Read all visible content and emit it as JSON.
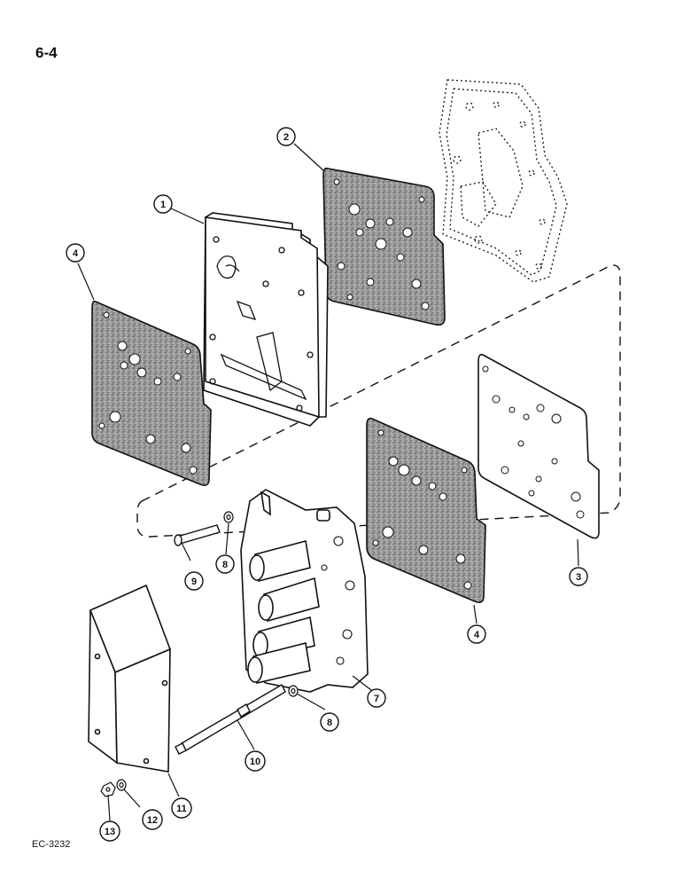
{
  "page_number": "6-4",
  "figure_code": "EC-3232",
  "callouts": [
    {
      "id": "c1",
      "label": "1"
    },
    {
      "id": "c2",
      "label": "2"
    },
    {
      "id": "c3",
      "label": "3"
    },
    {
      "id": "c4a",
      "label": "4"
    },
    {
      "id": "c4b",
      "label": "4"
    },
    {
      "id": "c7",
      "label": "7"
    },
    {
      "id": "c8a",
      "label": "8"
    },
    {
      "id": "c8b",
      "label": "8"
    },
    {
      "id": "c9",
      "label": "9"
    },
    {
      "id": "c10",
      "label": "10"
    },
    {
      "id": "c11",
      "label": "11"
    },
    {
      "id": "c12",
      "label": "12"
    },
    {
      "id": "c13",
      "label": "13"
    }
  ],
  "colors": {
    "ink": "#111111",
    "gasket_fill": "#8a8a8a",
    "paper": "#ffffff"
  }
}
